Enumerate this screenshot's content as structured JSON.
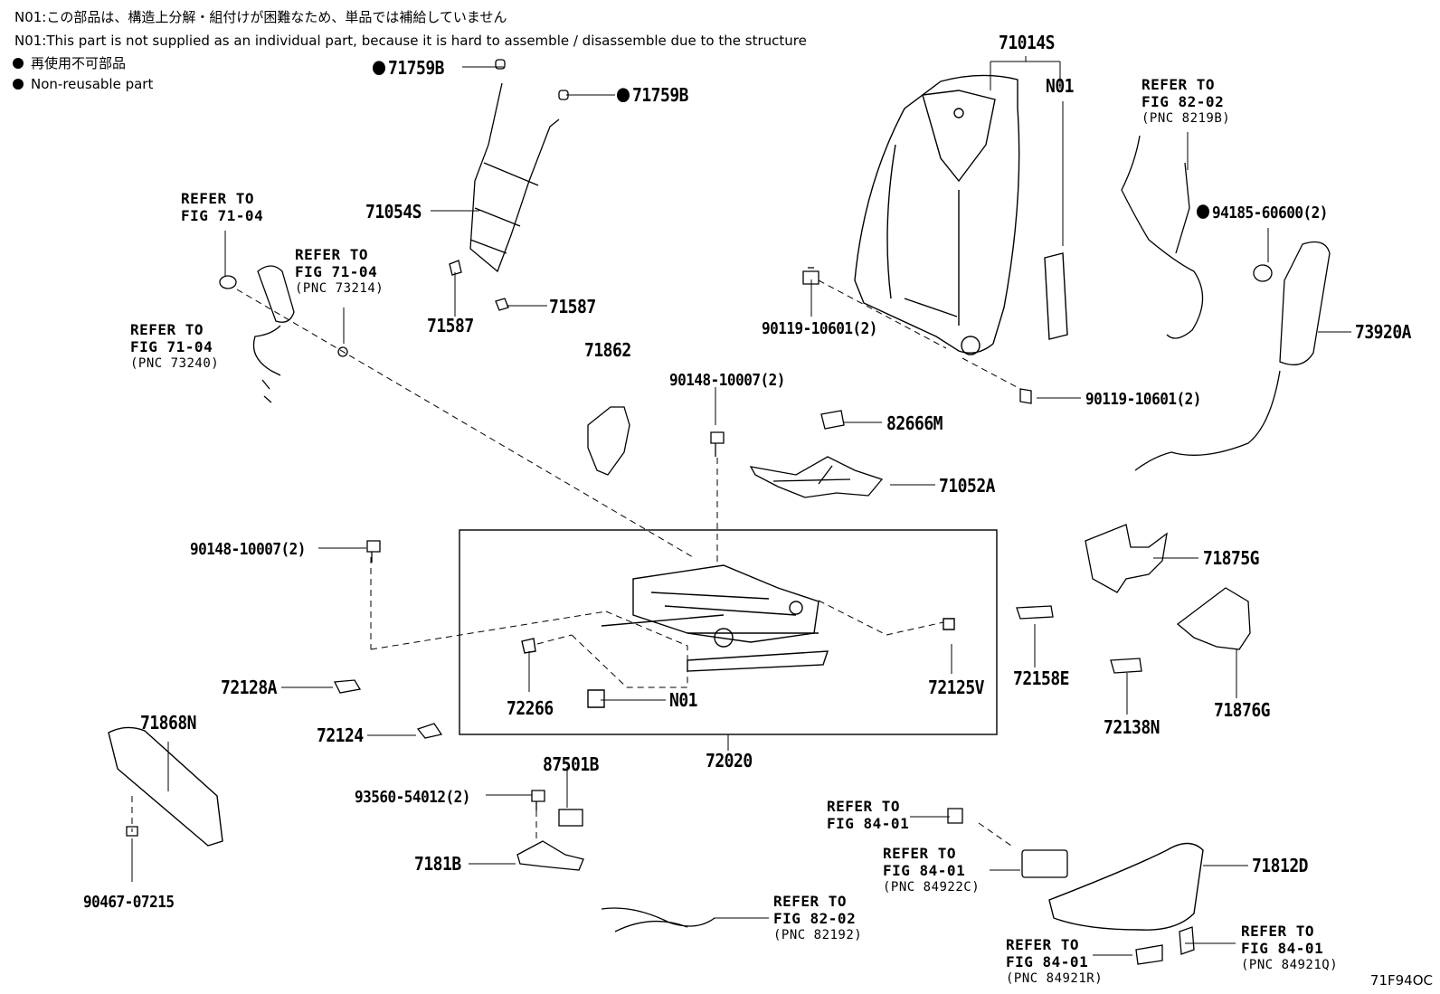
{
  "notes": {
    "n01_ja": "N01:この部品は、構造上分解・組付けが困難なため、単品では補給していません",
    "n01_en": "N01:This part is not supplied as an individual part, because it is hard to assemble / disassemble due to the structure",
    "nonreusable_ja": "再使用不可部品",
    "nonreusable_en": "Non-reusable part"
  },
  "parts": {
    "p71014S": "71014S",
    "pN01a": "N01",
    "pN01b": "N01",
    "p71759Ba": "71759B",
    "p71759Bb": "71759B",
    "p71054S": "71054S",
    "p71587a": "71587",
    "p71587b": "71587",
    "p71862": "71862",
    "p90148a": "90148-10007(2)",
    "p90148b": "90148-10007(2)",
    "p82666M": "82666M",
    "p71052A": "71052A",
    "p90119a": "90119-10601(2)",
    "p90119b": "90119-10601(2)",
    "p94185": "94185-60600(2)",
    "p73920A": "73920A",
    "p71875G": "71875G",
    "p71876G": "71876G",
    "p72158E": "72158E",
    "p72138N": "72138N",
    "p72125V": "72125V",
    "p72266": "72266",
    "p72128A": "72128A",
    "p72124": "72124",
    "p71868N": "71868N",
    "p72020": "72020",
    "p87501B": "87501B",
    "p93560": "93560-54012(2)",
    "p7181B": "7181B",
    "p90467": "90467-07215",
    "p71812D": "71812D"
  },
  "refs": {
    "r1": {
      "l1": "REFER TO",
      "l2": "FIG 71-04",
      "pnc": ""
    },
    "r2": {
      "l1": "REFER TO",
      "l2": "FIG 71-04",
      "pnc": "(PNC 73214)"
    },
    "r3": {
      "l1": "REFER TO",
      "l2": "FIG 71-04",
      "pnc": "(PNC 73240)"
    },
    "r4": {
      "l1": "REFER TO",
      "l2": "FIG 82-02",
      "pnc": "(PNC 8219B)"
    },
    "r5": {
      "l1": "REFER TO",
      "l2": "FIG 84-01",
      "pnc": ""
    },
    "r6": {
      "l1": "REFER TO",
      "l2": "FIG 84-01",
      "pnc": "(PNC 84922C)"
    },
    "r7": {
      "l1": "REFER TO",
      "l2": "FIG 82-02",
      "pnc": "(PNC 82192)"
    },
    "r8": {
      "l1": "REFER TO",
      "l2": "FIG 84-01",
      "pnc": "(PNC 84921R)"
    },
    "r9": {
      "l1": "REFER TO",
      "l2": "FIG 84-01",
      "pnc": "(PNC 84921Q)"
    }
  },
  "figure_id": "71F94OC"
}
